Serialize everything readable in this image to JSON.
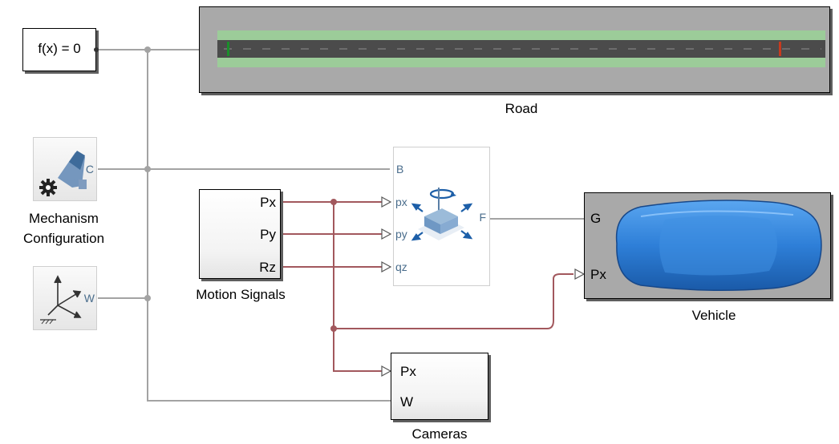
{
  "constant_block": {
    "text": "f(x) = 0"
  },
  "road": {
    "label": "Road"
  },
  "mechanism": {
    "port": "C",
    "label_line1": "Mechanism",
    "label_line2": "Configuration"
  },
  "world_frame": {
    "port": "W"
  },
  "motion_signals": {
    "label": "Motion Signals",
    "ports": [
      "Px",
      "Py",
      "Rz"
    ]
  },
  "joint": {
    "ports_in": [
      "B",
      "px",
      "py",
      "qz"
    ],
    "port_out": "F"
  },
  "vehicle": {
    "label": "Vehicle",
    "ports": [
      "G",
      "Px"
    ]
  },
  "cameras": {
    "label": "Cameras",
    "ports": [
      "Px",
      "W"
    ]
  },
  "colors": {
    "connection_gray": "#a3a3a3",
    "signal_red": "#a2585d",
    "road_green": "#9ccc99",
    "road_asphalt": "#4b4b4b",
    "vehicle_blue": "#2e7fd8"
  }
}
